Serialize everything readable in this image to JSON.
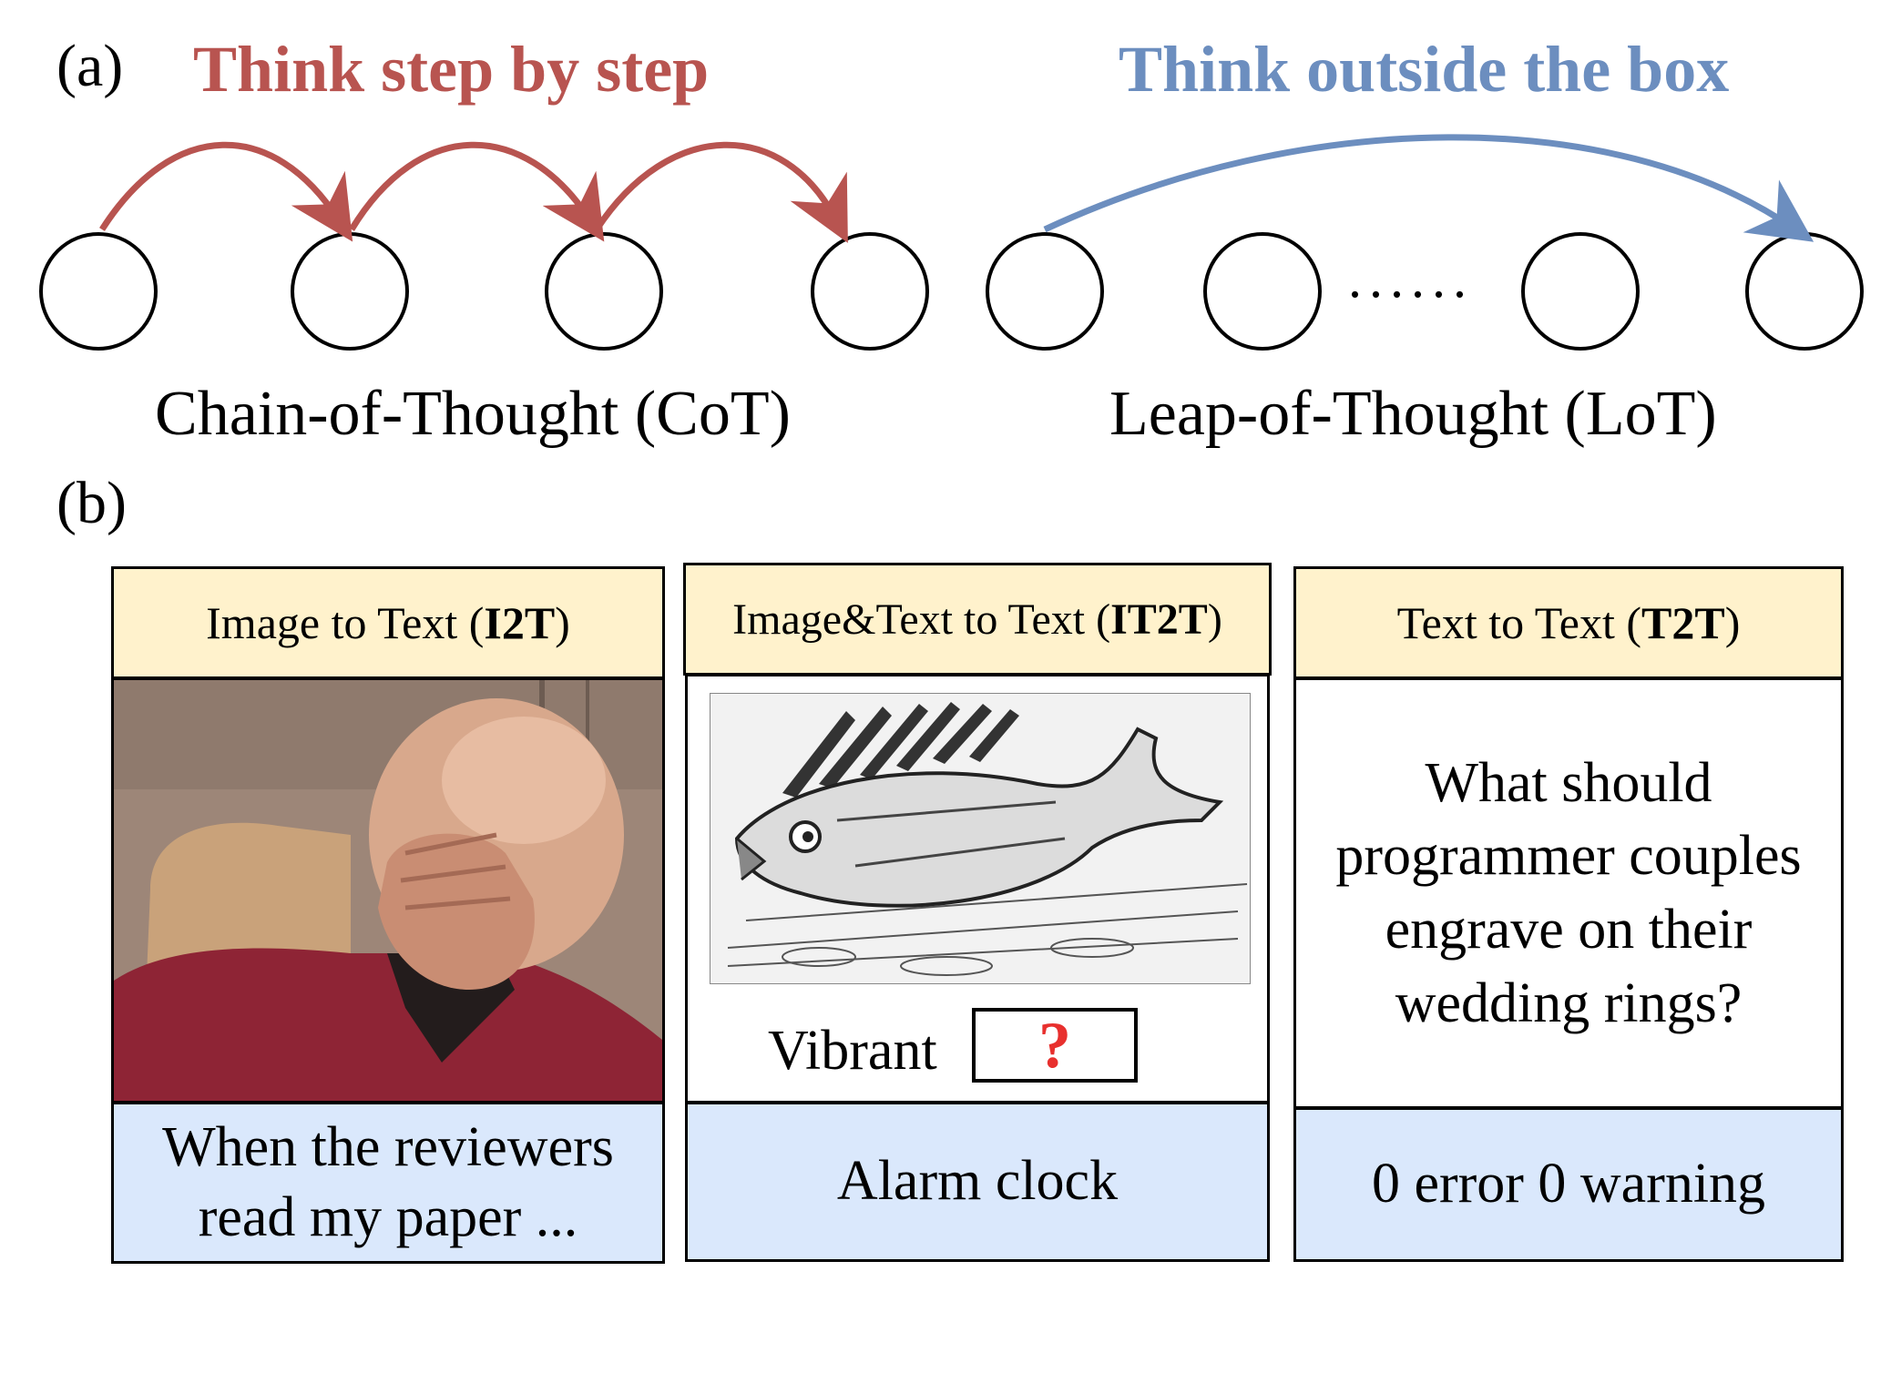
{
  "panel_a": {
    "label": "(a)",
    "cot_title": "Think step by step",
    "lot_title": "Think outside the box",
    "cot_label": "Chain-of-Thought (CoT)",
    "lot_label": "Leap-of-Thought (LoT)",
    "ellipsis": "......",
    "colors": {
      "cot": "#b85450",
      "lot": "#6c8ebf"
    }
  },
  "panel_b": {
    "label": "(b)",
    "cards": [
      {
        "header_prefix": "Image to Text (",
        "header_bold": "I2T",
        "header_suffix": ")",
        "caption": "When the reviewers read my paper ..."
      },
      {
        "header_prefix": "Image&Text to Text (",
        "header_bold": "IT2T",
        "header_suffix": ")",
        "prompt_word": "Vibrant",
        "blank_mark": "?",
        "caption": "Alarm clock"
      },
      {
        "header_prefix": "Text to Text (",
        "header_bold": "T2T",
        "header_suffix": ")",
        "question": "What should programmer couples engrave on their wedding rings?",
        "caption": "0 error 0 warning"
      }
    ],
    "colors": {
      "header_bg": "#fff2cc",
      "footer_bg": "#dae8fc",
      "question_mark": "#e8302e"
    }
  }
}
